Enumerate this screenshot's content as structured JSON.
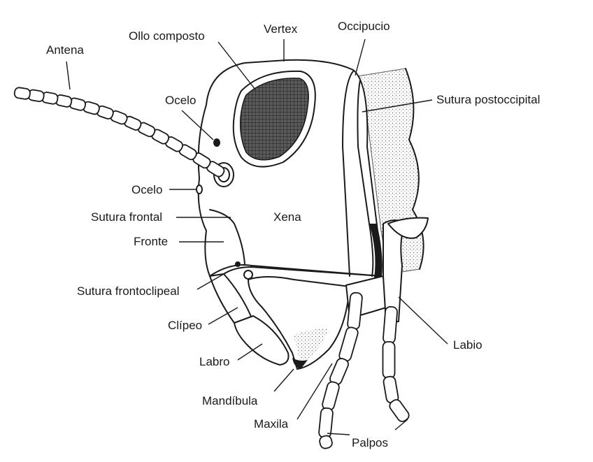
{
  "labels": {
    "antena": "Antena",
    "ollo_composto": "Ollo composto",
    "vertex": "Vertex",
    "occipucio": "Occipucio",
    "ocelo_top": "Ocelo",
    "sutura_postoccipital": "Sutura postoccipital",
    "ocelo_side": "Ocelo",
    "sutura_frontal": "Sutura frontal",
    "xena": "Xena",
    "fronte": "Fronte",
    "sutura_frontoclipeal": "Sutura frontoclipeal",
    "clipeo": "Clípeo",
    "labro": "Labro",
    "mandibula": "Mandíbula",
    "maxila": "Maxila",
    "palpos": "Palpos",
    "labio": "Labio"
  }
}
